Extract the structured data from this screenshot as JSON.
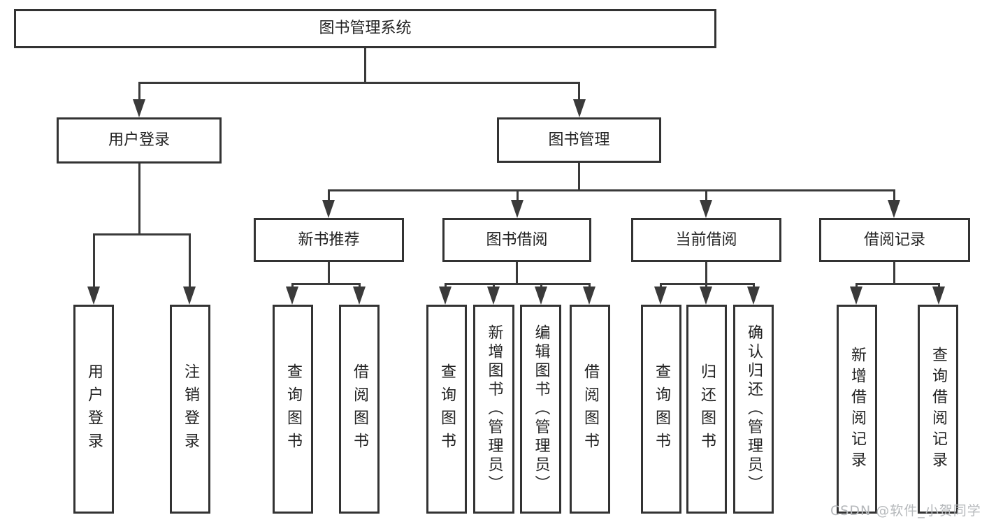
{
  "diagram": {
    "root": "图书管理系统",
    "level2": {
      "user_login": "用户登录",
      "book_mgmt": "图书管理"
    },
    "level3": {
      "new_book": "新书推荐",
      "book_borrow": "图书借阅",
      "current_borrow": "当前借阅",
      "borrow_record": "借阅记录"
    },
    "leaves": [
      {
        "label": "用户登录"
      },
      {
        "label": "注销登录"
      },
      {
        "label": "查询图书"
      },
      {
        "label": "借阅图书"
      },
      {
        "label": "查询图书"
      },
      {
        "label": "新增图书（管理员）"
      },
      {
        "label": "编辑图书（管理员）"
      },
      {
        "label": "借阅图书"
      },
      {
        "label": "查询图书"
      },
      {
        "label": "归还图书"
      },
      {
        "label": "确认归还（管理员）"
      },
      {
        "label": "新增借阅记录"
      },
      {
        "label": "查询借阅记录"
      }
    ],
    "watermark": "CSDN @软件_小贺同学",
    "colors": {
      "line": "#3a3a3a",
      "border": "#333333",
      "text": "#222222",
      "watermark": "#b5b8bb",
      "background": "#ffffff"
    }
  }
}
